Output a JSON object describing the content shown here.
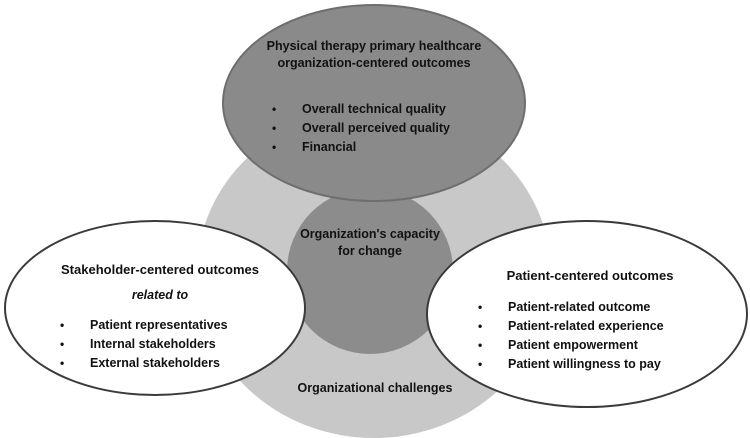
{
  "top": {
    "title": "Physical therapy primary healthcare organization-centered  outcomes",
    "items": [
      "Overall technical quality",
      "Overall perceived quality",
      "Financial"
    ]
  },
  "center": {
    "title": "Organization's capacity for change"
  },
  "left": {
    "title": "Stakeholder-centered outcomes",
    "subtitle": "related to",
    "items": [
      "Patient representatives",
      "Internal stakeholders",
      "External stakeholders"
    ]
  },
  "right": {
    "title": "Patient-centered outcomes",
    "items": [
      "Patient-related outcome",
      "Patient-related experience",
      "Patient empowerment",
      "Patient willingness to pay"
    ]
  },
  "outer": {
    "title": "Organizational challenges"
  },
  "colors": {
    "outer_ring": "#c8c8c8",
    "center_circle": "#8c8c8c",
    "top_ellipse": "#8a8a8a",
    "side_ellipses": "#ffffff",
    "outline": "#3a3a3a"
  },
  "bullet_glyph": "•"
}
